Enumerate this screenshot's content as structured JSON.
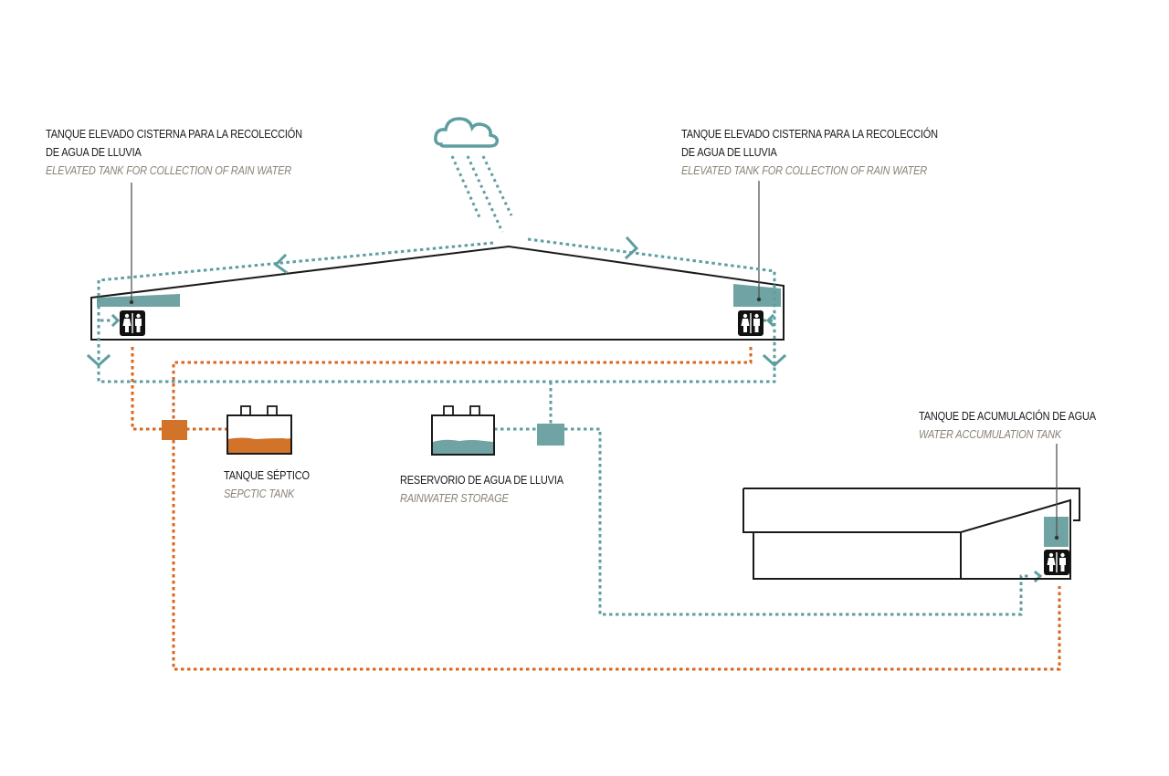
{
  "colors": {
    "rain": "#5f9ea0",
    "tank_fill": "#6fa3a4",
    "sewage": "#d9661f",
    "septic_fill": "#d2732a",
    "outline": "#1a1a1a",
    "leader": "#555555",
    "english_text": "#8a8276"
  },
  "labels": {
    "left_tank": {
      "es_line1": "TANQUE ELEVADO CISTERNA PARA LA RECOLECCIÓN",
      "es_line2": "DE AGUA DE LLUVIA",
      "en": "ELEVATED TANK FOR COLLECTION OF RAIN WATER"
    },
    "right_tank": {
      "es_line1": "TANQUE ELEVADO CISTERNA PARA LA RECOLECCIÓN",
      "es_line2": "DE AGUA DE LLUVIA",
      "en": "ELEVATED TANK FOR COLLECTION OF RAIN WATER"
    },
    "septic": {
      "es": "TANQUE SÉPTICO",
      "en": "SEPCTIC TANK"
    },
    "rainwater_storage": {
      "es": "RESERVORIO DE AGUA DE LLUVIA",
      "en": "RAINWATER STORAGE"
    },
    "accumulation": {
      "es": "TANQUE DE ACUMULACIÓN DE AGUA",
      "en": "WATER ACCUMULATION TANK"
    }
  },
  "icons": {
    "cloud": "rain-cloud-icon",
    "restroom": "restroom-icon",
    "arrow": "chevron-arrow-icon"
  }
}
